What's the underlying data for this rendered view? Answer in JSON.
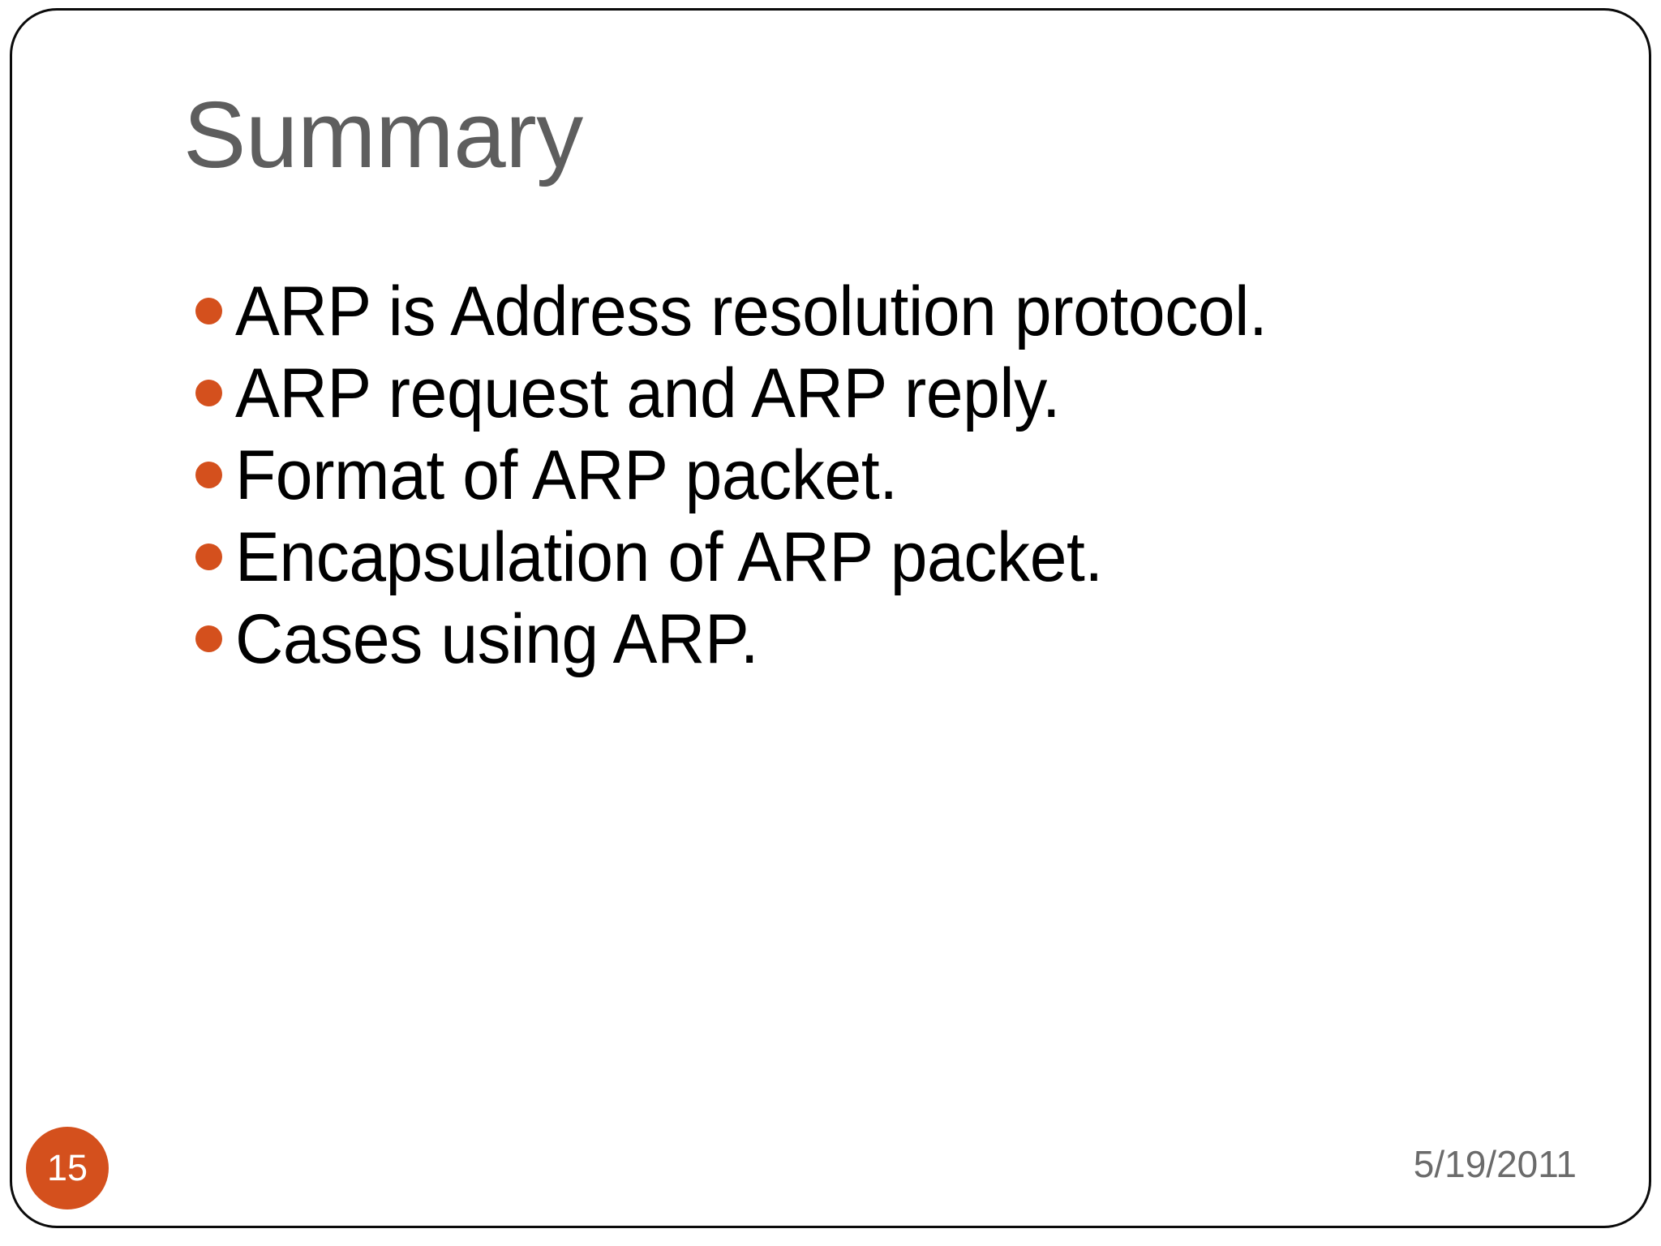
{
  "slide": {
    "title": "Summary",
    "bullets": [
      {
        "text": "ARP is Address resolution protocol."
      },
      {
        "text": "ARP request and ARP reply."
      },
      {
        "text": "Format of ARP packet."
      },
      {
        "text": "Encapsulation of ARP packet."
      },
      {
        "text": "Cases using ARP."
      }
    ],
    "footer": {
      "page_number": "15",
      "date": "5/19/2011"
    },
    "colors": {
      "accent": "#d4501d",
      "title_gray": "#5e5e5e",
      "body_black": "#000000",
      "date_gray": "#6b6b6b",
      "frame_border": "#0b0b0b",
      "background": "#ffffff"
    }
  }
}
